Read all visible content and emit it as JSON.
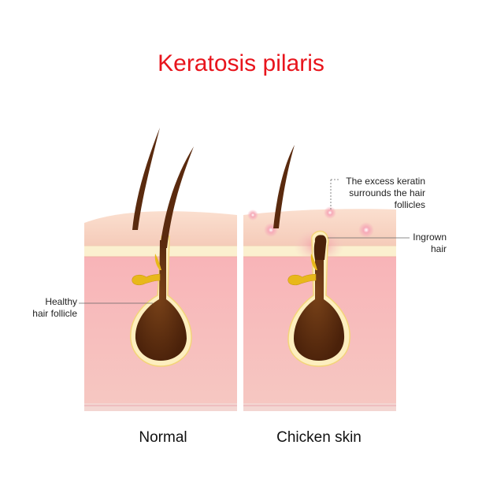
{
  "title": "Keratosis pilaris",
  "labels": {
    "healthy_line1": "Healthy",
    "healthy_line2": "hair follicle",
    "excess_line1": "The excess keratin",
    "excess_line2": "surrounds the hair",
    "excess_line3": "follicles",
    "ingrown_line1": "Ingrown",
    "ingrown_line2": "hair"
  },
  "captions": {
    "left": "Normal",
    "right": "Chicken skin"
  },
  "colors": {
    "title": "#e8141c",
    "dermis": "#f7c4c4",
    "epidermis": "#f6d7c5",
    "hair": "#5a2a0e",
    "bulb": "#6b3714",
    "keratin": "#f3d47a",
    "gland": "#e8b81a",
    "bump": "#f1a6b4"
  }
}
